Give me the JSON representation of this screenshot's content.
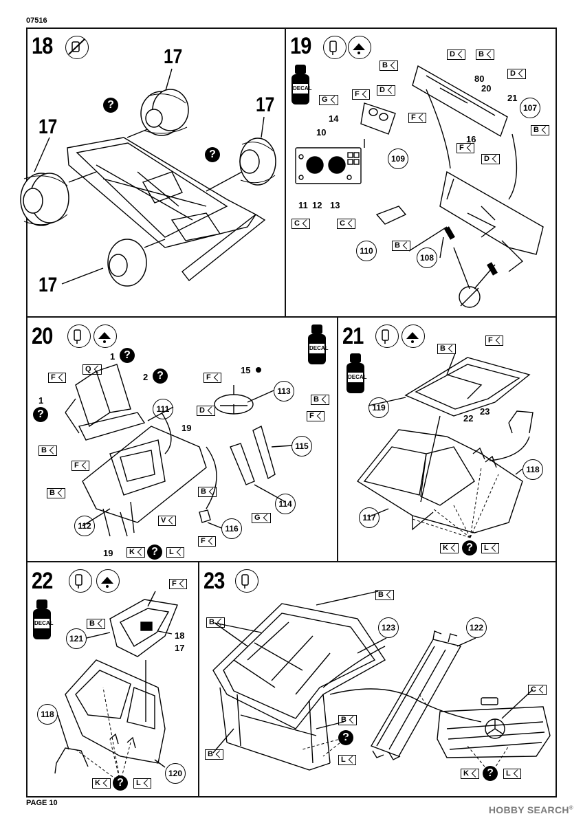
{
  "header": {
    "kit_number": "07516"
  },
  "footer": {
    "page": "PAGE 10",
    "watermark": "HOBBY SEARCH",
    "watermark_reg": "®"
  },
  "decal_label": "DECAL",
  "q": "?",
  "steps": {
    "s18": {
      "number": "18",
      "labels": {
        "w1": "17",
        "w2": "17",
        "w3": "17",
        "w4": "17"
      }
    },
    "s19": {
      "number": "19",
      "parts": [
        "107",
        "108",
        "109",
        "110"
      ],
      "nums": {
        "n14": "14",
        "n10": "10",
        "n11": "11",
        "n12": "12",
        "n13": "13",
        "n80": "80",
        "n20": "20",
        "n21": "21",
        "n16": "16"
      },
      "flags": {
        "G": "G",
        "F": "F",
        "B": "B",
        "C": "C",
        "D": "D"
      }
    },
    "s20": {
      "number": "20",
      "parts": [
        "111",
        "112",
        "113",
        "114",
        "115",
        "116"
      ],
      "nums": {
        "n1a": "1",
        "n2": "2",
        "n1b": "1",
        "n15": "15",
        "n19a": "19",
        "n19b": "19"
      },
      "flags": {
        "F": "F",
        "Q": "Q",
        "B": "B",
        "D": "D",
        "V": "V",
        "G": "G",
        "K": "K",
        "L": "L"
      }
    },
    "s21": {
      "number": "21",
      "parts": [
        "117",
        "118",
        "119"
      ],
      "nums": {
        "n22": "22",
        "n23": "23"
      },
      "flags": {
        "B": "B",
        "F": "F",
        "K": "K",
        "L": "L"
      }
    },
    "s22": {
      "number": "22",
      "parts": [
        "118",
        "120",
        "121"
      ],
      "nums": {
        "n18": "18",
        "n17": "17"
      },
      "flags": {
        "F": "F",
        "B": "B",
        "K": "K",
        "L": "L"
      }
    },
    "s23": {
      "number": "23",
      "parts": [
        "122",
        "123"
      ],
      "flags": {
        "B": "B",
        "C": "C",
        "K": "K",
        "L": "L"
      }
    }
  }
}
